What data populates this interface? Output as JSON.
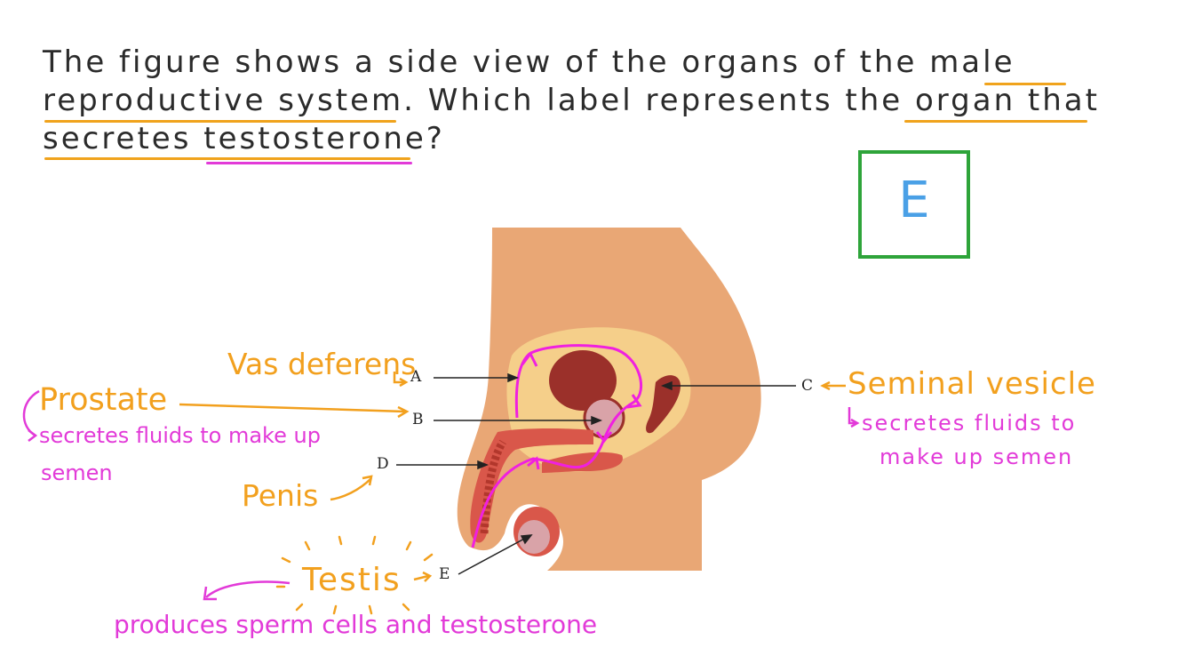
{
  "question": {
    "line1": "The figure shows a side view of the organs of the male",
    "line2": "reproductive system. Which label represents the organ that",
    "line3": "secretes testosterone?"
  },
  "answer": "E",
  "diagram": {
    "labels": {
      "A": "A",
      "B": "B",
      "C": "C",
      "D": "D",
      "E": "E"
    }
  },
  "annotations": {
    "vas_deferens": "Vas deferens",
    "prostate": "Prostate",
    "prostate_note_1": "secretes fluids to make up",
    "prostate_note_2": "semen",
    "penis": "Penis",
    "seminal_vesicle": "Seminal vesicle",
    "seminal_note_1": "secretes fluids to",
    "seminal_note_2": "make up semen",
    "testis": "Testis",
    "testis_note": "produces sperm cells and testosterone"
  },
  "colors": {
    "skin": "#e9a775",
    "inner": "#f5cf8a",
    "bladder": "#9b302a",
    "tissue": "#d9574a",
    "gland": "#d9a3a8",
    "path": "#f020e0",
    "orange": "#f2a01e",
    "pink": "#e23ad8",
    "box": "#2ea43a",
    "answer": "#4aa0e6"
  }
}
